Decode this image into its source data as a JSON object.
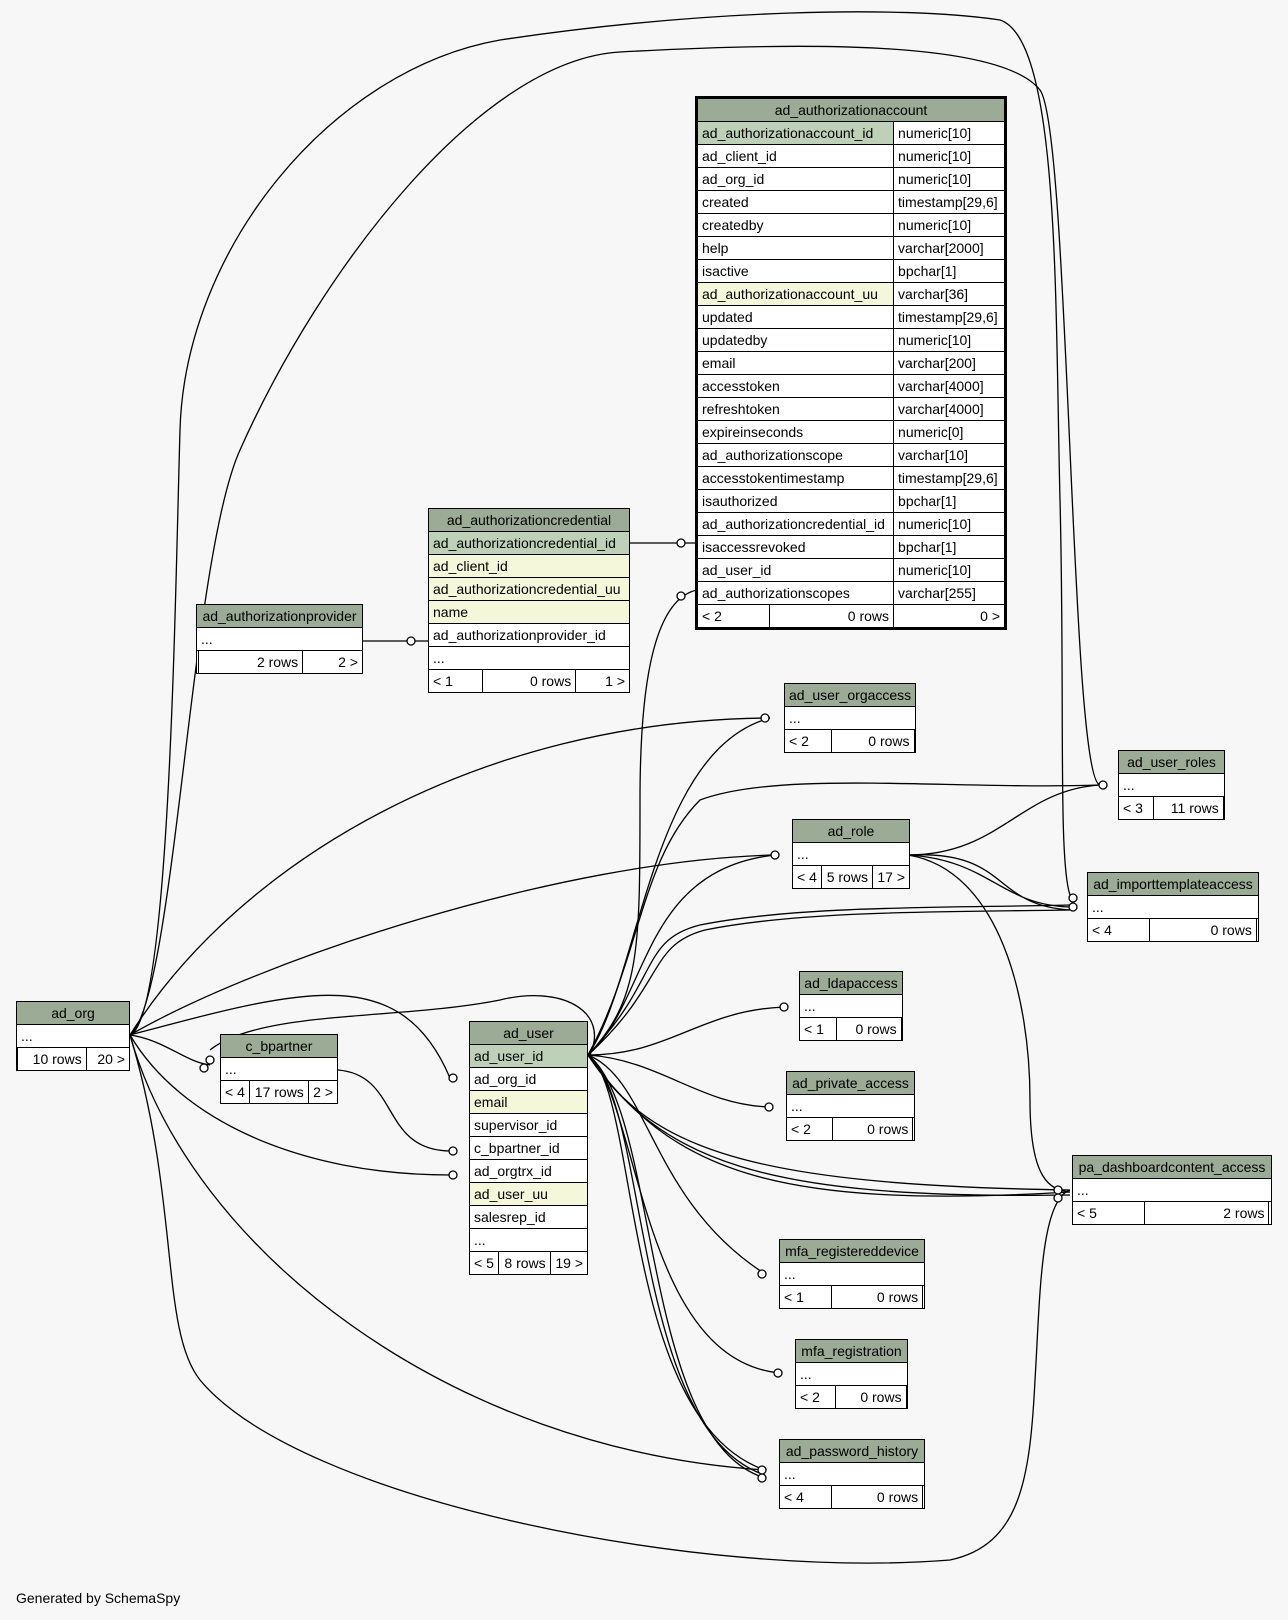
{
  "footer": "Generated by SchemaSpy",
  "tables": {
    "ad_authorizationaccount": {
      "name": "ad_authorizationaccount",
      "columns": [
        {
          "name": "ad_authorizationaccount_id",
          "type": "numeric[10]",
          "key": "pk"
        },
        {
          "name": "ad_client_id",
          "type": "numeric[10]"
        },
        {
          "name": "ad_org_id",
          "type": "numeric[10]"
        },
        {
          "name": "created",
          "type": "timestamp[29,6]"
        },
        {
          "name": "createdby",
          "type": "numeric[10]"
        },
        {
          "name": "help",
          "type": "varchar[2000]"
        },
        {
          "name": "isactive",
          "type": "bpchar[1]"
        },
        {
          "name": "ad_authorizationaccount_uu",
          "type": "varchar[36]",
          "key": "idx"
        },
        {
          "name": "updated",
          "type": "timestamp[29,6]"
        },
        {
          "name": "updatedby",
          "type": "numeric[10]"
        },
        {
          "name": "email",
          "type": "varchar[200]"
        },
        {
          "name": "accesstoken",
          "type": "varchar[4000]"
        },
        {
          "name": "refreshtoken",
          "type": "varchar[4000]"
        },
        {
          "name": "expireinseconds",
          "type": "numeric[0]"
        },
        {
          "name": "ad_authorizationscope",
          "type": "varchar[10]"
        },
        {
          "name": "accesstokentimestamp",
          "type": "timestamp[29,6]"
        },
        {
          "name": "isauthorized",
          "type": "bpchar[1]"
        },
        {
          "name": "ad_authorizationcredential_id",
          "type": "numeric[10]"
        },
        {
          "name": "isaccessrevoked",
          "type": "bpchar[1]"
        },
        {
          "name": "ad_user_id",
          "type": "numeric[10]"
        },
        {
          "name": "ad_authorizationscopes",
          "type": "varchar[255]"
        }
      ],
      "footer": {
        "parents": "< 2",
        "rows": "0 rows",
        "children": "0 >"
      }
    },
    "ad_authorizationcredential": {
      "name": "ad_authorizationcredential",
      "columns": [
        {
          "name": "ad_authorizationcredential_id",
          "key": "pk"
        },
        {
          "name": "ad_client_id",
          "key": "idx"
        },
        {
          "name": "ad_authorizationcredential_uu",
          "key": "idx"
        },
        {
          "name": "name",
          "key": "idx"
        },
        {
          "name": "ad_authorizationprovider_id"
        },
        {
          "name": "..."
        }
      ],
      "footer": {
        "parents": "< 1",
        "rows": "0 rows",
        "children": "1 >"
      }
    },
    "ad_authorizationprovider": {
      "name": "ad_authorizationprovider",
      "columns": [
        {
          "name": "..."
        }
      ],
      "footer": {
        "parents": "",
        "rows": "2 rows",
        "children": "2 >"
      }
    },
    "ad_org": {
      "name": "ad_org",
      "columns": [
        {
          "name": "..."
        }
      ],
      "footer": {
        "parents": "",
        "rows": "10 rows",
        "children": "20 >"
      }
    },
    "c_bpartner": {
      "name": "c_bpartner",
      "columns": [
        {
          "name": "..."
        }
      ],
      "footer": {
        "parents": "< 4",
        "rows": "17 rows",
        "children": "2 >"
      }
    },
    "ad_user": {
      "name": "ad_user",
      "columns": [
        {
          "name": "ad_user_id",
          "key": "pk"
        },
        {
          "name": "ad_org_id"
        },
        {
          "name": "email",
          "key": "idx"
        },
        {
          "name": "supervisor_id"
        },
        {
          "name": "c_bpartner_id"
        },
        {
          "name": "ad_orgtrx_id"
        },
        {
          "name": "ad_user_uu",
          "key": "idx"
        },
        {
          "name": "salesrep_id"
        },
        {
          "name": "..."
        }
      ],
      "footer": {
        "parents": "< 5",
        "rows": "8 rows",
        "children": "19 >"
      }
    },
    "ad_user_orgaccess": {
      "name": "ad_user_orgaccess",
      "columns": [
        {
          "name": "..."
        }
      ],
      "footer": {
        "parents": "< 2",
        "rows": "0 rows",
        "children": ""
      }
    },
    "ad_user_roles": {
      "name": "ad_user_roles",
      "columns": [
        {
          "name": "..."
        }
      ],
      "footer": {
        "parents": "< 3",
        "rows": "11 rows",
        "children": ""
      }
    },
    "ad_role": {
      "name": "ad_role",
      "columns": [
        {
          "name": "..."
        }
      ],
      "footer": {
        "parents": "< 4",
        "rows": "5 rows",
        "children": "17 >"
      }
    },
    "ad_importtemplateaccess": {
      "name": "ad_importtemplateaccess",
      "columns": [
        {
          "name": "..."
        }
      ],
      "footer": {
        "parents": "< 4",
        "rows": "0 rows",
        "children": ""
      }
    },
    "ad_ldapaccess": {
      "name": "ad_ldapaccess",
      "columns": [
        {
          "name": "..."
        }
      ],
      "footer": {
        "parents": "< 1",
        "rows": "0 rows",
        "children": ""
      }
    },
    "ad_private_access": {
      "name": "ad_private_access",
      "columns": [
        {
          "name": "..."
        }
      ],
      "footer": {
        "parents": "< 2",
        "rows": "0 rows",
        "children": ""
      }
    },
    "pa_dashboardcontent_access": {
      "name": "pa_dashboardcontent_access",
      "columns": [
        {
          "name": "..."
        }
      ],
      "footer": {
        "parents": "< 5",
        "rows": "2 rows",
        "children": ""
      }
    },
    "mfa_registereddevice": {
      "name": "mfa_registereddevice",
      "columns": [
        {
          "name": "..."
        }
      ],
      "footer": {
        "parents": "< 1",
        "rows": "0 rows",
        "children": ""
      }
    },
    "mfa_registration": {
      "name": "mfa_registration",
      "columns": [
        {
          "name": "..."
        }
      ],
      "footer": {
        "parents": "< 2",
        "rows": "0 rows",
        "children": ""
      }
    },
    "ad_password_history": {
      "name": "ad_password_history",
      "columns": [
        {
          "name": "..."
        }
      ],
      "footer": {
        "parents": "< 4",
        "rows": "0 rows",
        "children": ""
      }
    }
  }
}
